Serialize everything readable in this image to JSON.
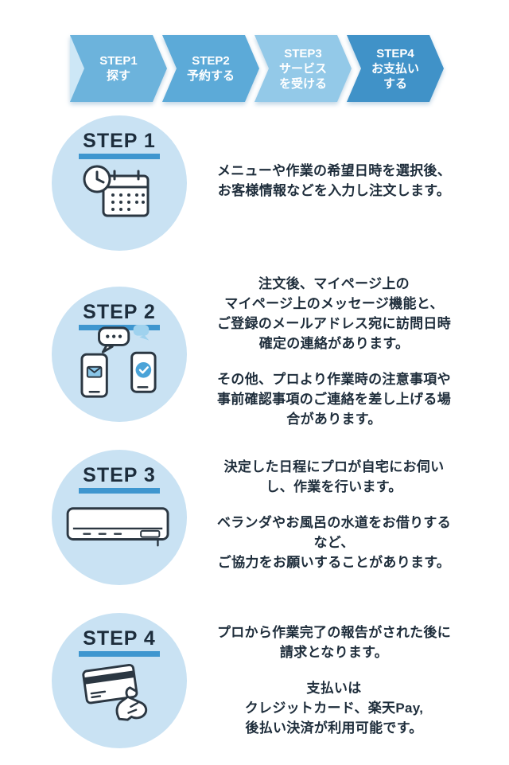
{
  "colors": {
    "banner_seg1": "#6cb3dc",
    "banner_seg2": "#5caad8",
    "banner_seg3": "#93c9e8",
    "banner_seg4": "#4092c8",
    "banner_notch": "#cde7f6",
    "circle_bg": "#c9e2f3",
    "accent_underline": "#3e96cf",
    "text": "#1e2d3b",
    "banner_text": "#ffffff"
  },
  "banner": {
    "steps": [
      {
        "lines": [
          "STEP1",
          "探す"
        ]
      },
      {
        "lines": [
          "STEP2",
          "予約する"
        ]
      },
      {
        "lines": [
          "STEP3",
          "サービス",
          "を受ける"
        ]
      },
      {
        "lines": [
          "STEP4",
          "お支払い",
          "する"
        ]
      }
    ]
  },
  "sections": [
    {
      "label": "STEP 1",
      "icon": "calendar-clock-icon",
      "paragraphs": [
        [
          "メニューや作業の希望日時を選択後、",
          "お客様情報などを入力し注文します。"
        ]
      ]
    },
    {
      "label": "STEP 2",
      "icon": "phones-chat-icon",
      "paragraphs": [
        [
          "注文後、マイページ上の",
          "マイページ上のメッセージ機能と、",
          "ご登録のメールアドレス宛に訪問日時",
          "確定の連絡があります。"
        ],
        [
          "その他、プロより作業時の注意事項や",
          "事前確認事項のご連絡を差し上げる場",
          "合があります。"
        ]
      ]
    },
    {
      "label": "STEP 3",
      "icon": "air-conditioner-icon",
      "paragraphs": [
        [
          "決定した日程にプロが自宅にお伺い",
          "し、作業を行います。"
        ],
        [
          "ベランダやお風呂の水道をお借りする",
          "など、",
          "ご協力をお願いすることがあります。"
        ]
      ]
    },
    {
      "label": "STEP 4",
      "icon": "credit-card-hand-icon",
      "paragraphs": [
        [
          "プロから作業完了の報告がされた後に",
          "請求となります。"
        ],
        [
          "支払いは",
          "クレジットカード、楽天Pay,",
          "後払い決済が利用可能です。"
        ]
      ]
    }
  ]
}
